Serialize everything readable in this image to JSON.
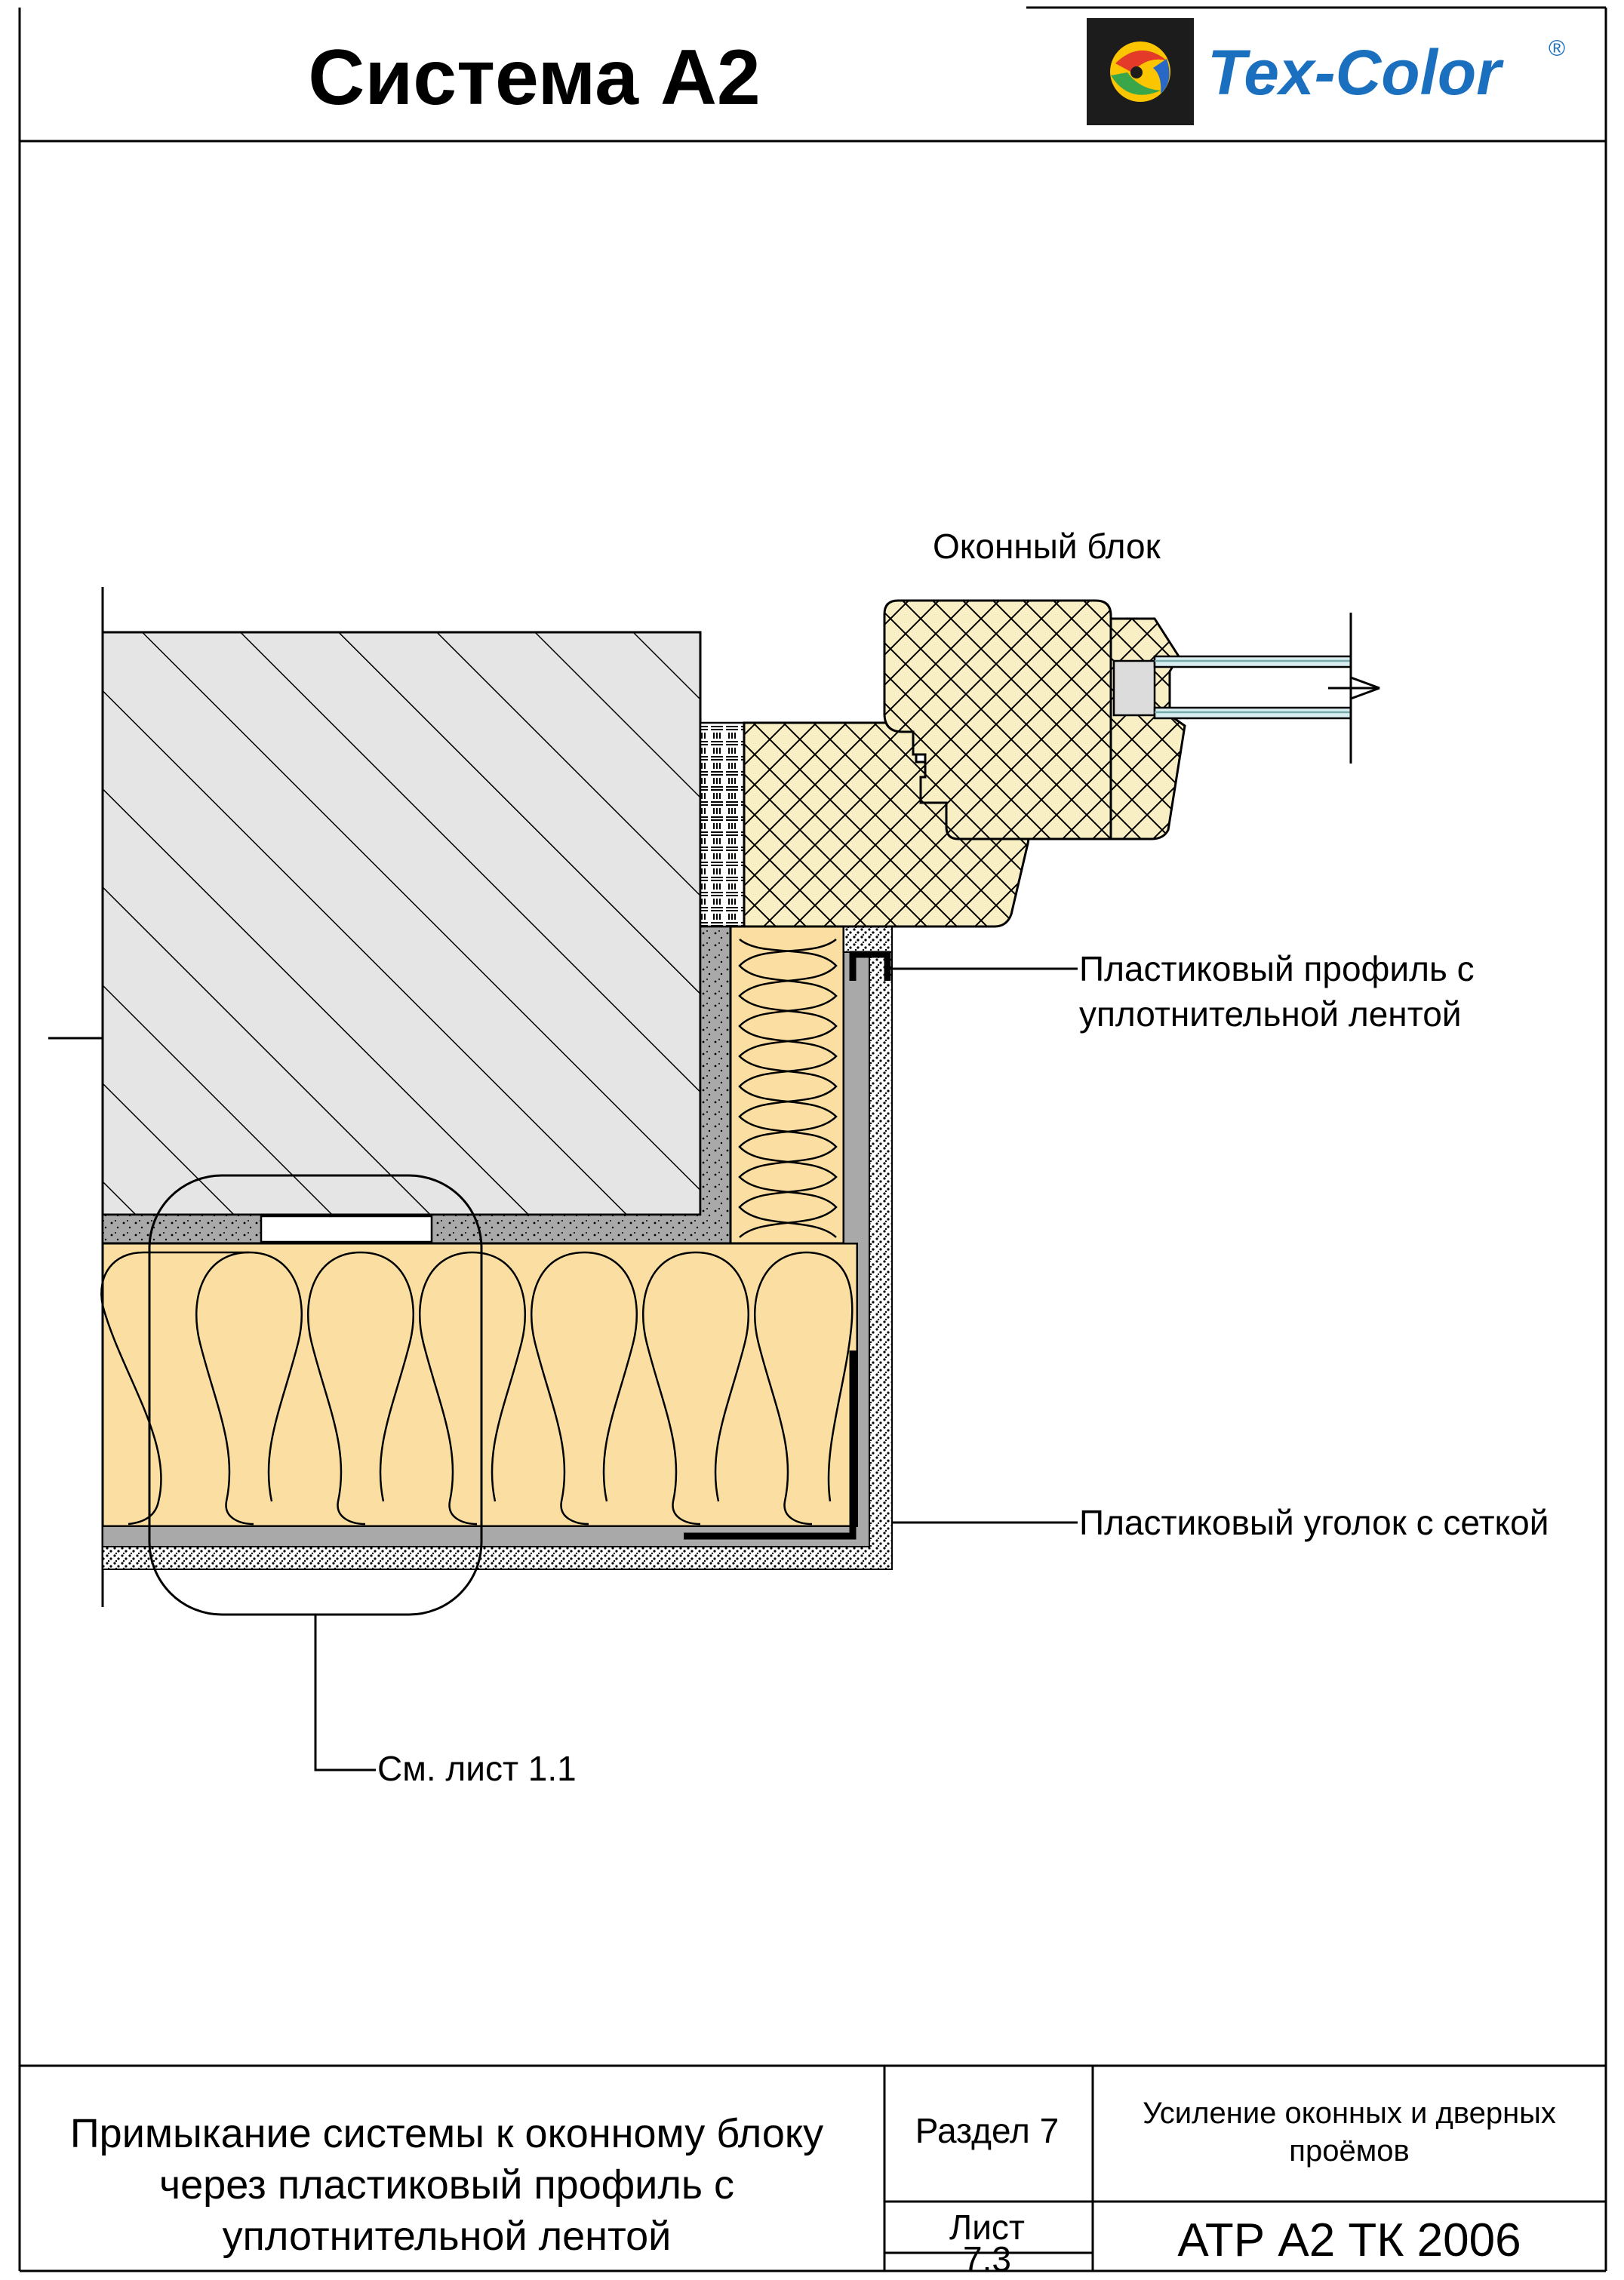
{
  "header": {
    "title": "Система А2",
    "brand": "Tex-Color",
    "brand_mark": "®"
  },
  "labels": {
    "window_block": "Оконный блок",
    "profile_line1": "Пластиковый профиль с",
    "profile_line2": "уплотнительной лентой",
    "corner": "Пластиковый уголок с сеткой",
    "see_sheet": "См. лист 1.1"
  },
  "stamp": {
    "description_line1": "Примыкание системы к оконному блоку",
    "description_line2": "через пластиковый профиль с",
    "description_line3": "уплотнительной лентой",
    "section": "Раздел 7",
    "sheet_label": "Лист",
    "sheet_number": "7.3",
    "topic_line1": "Усиление оконных и дверных",
    "topic_line2": "проёмов",
    "code": "АТР А2 ТК 2006"
  },
  "colors": {
    "insulation": "#fbdfa2",
    "frame_wood": "#f9efc4",
    "wall": "#e5e5e5",
    "adhesive": "#a9a9a9",
    "brand_blue": "#1a6fbe",
    "logo_box": "#1c1c1c"
  }
}
